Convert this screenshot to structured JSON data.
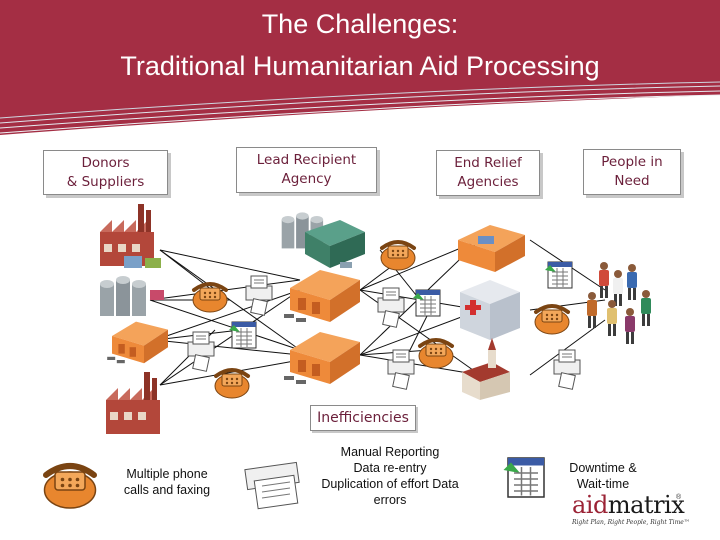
{
  "title": {
    "line1": "The Challenges:",
    "line2": "Traditional Humanitarian Aid Processing"
  },
  "columns": [
    "Donors\n& Suppliers",
    "Lead Recipient\nAgency",
    "End Relief\nAgencies",
    "People in\nNeed"
  ],
  "inefficiencies_label": "Inefficiencies",
  "legend": {
    "phone": "Multiple phone\ncalls and faxing",
    "manual": "Manual Reporting\nData re-entry\nDuplication of effort Data\nerrors",
    "calendar": "Downtime &\nWait-time"
  },
  "logo": {
    "aid": "aid",
    "matrix": "matrix",
    "reg": "®",
    "tagline": "Right Plan, Right People, Right Time™"
  },
  "colors": {
    "header": "#a42e44",
    "box_text": "#6b1f3a",
    "phone": "#e8862e",
    "warehouse": "#ee8a3a",
    "factory": "#b3473a"
  },
  "icons": [
    "factory-icon",
    "silo-icon",
    "warehouse-icon",
    "phone-icon",
    "fax-icon",
    "calendar-icon",
    "hospital-icon",
    "church-icon",
    "people-icon"
  ]
}
